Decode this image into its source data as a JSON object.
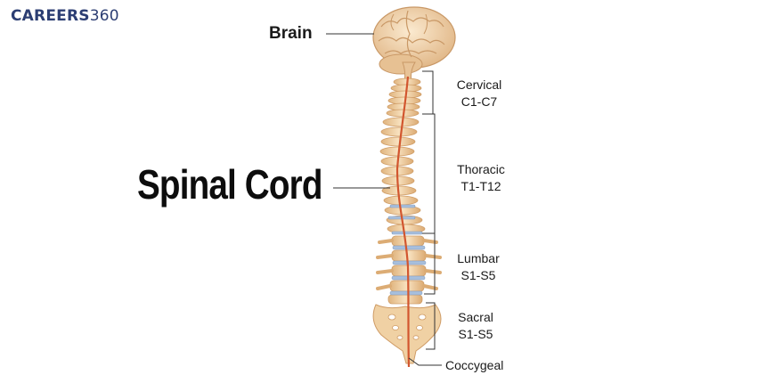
{
  "logo": {
    "text": "CAREERS",
    "number": "360"
  },
  "labels": {
    "brain": "Brain",
    "spinal_cord": "Spinal Cord"
  },
  "regions": {
    "cervical": {
      "name": "Cervical",
      "range": "C1-C7"
    },
    "thoracic": {
      "name": "Thoracic",
      "range": "T1-T12"
    },
    "lumbar": {
      "name": "Lumbar",
      "range": "S1-S5"
    },
    "sacral": {
      "name": "Sacral",
      "range": "S1-S5"
    },
    "coccygeal": {
      "name": "Coccygeal"
    }
  },
  "colors": {
    "bone": "#f1d3a8",
    "bone_shadow": "#d9a974",
    "disc": "#9fb8d8",
    "cord": "#d2562f",
    "brain": "#f2d9b0",
    "logo": "#2c3e73"
  }
}
